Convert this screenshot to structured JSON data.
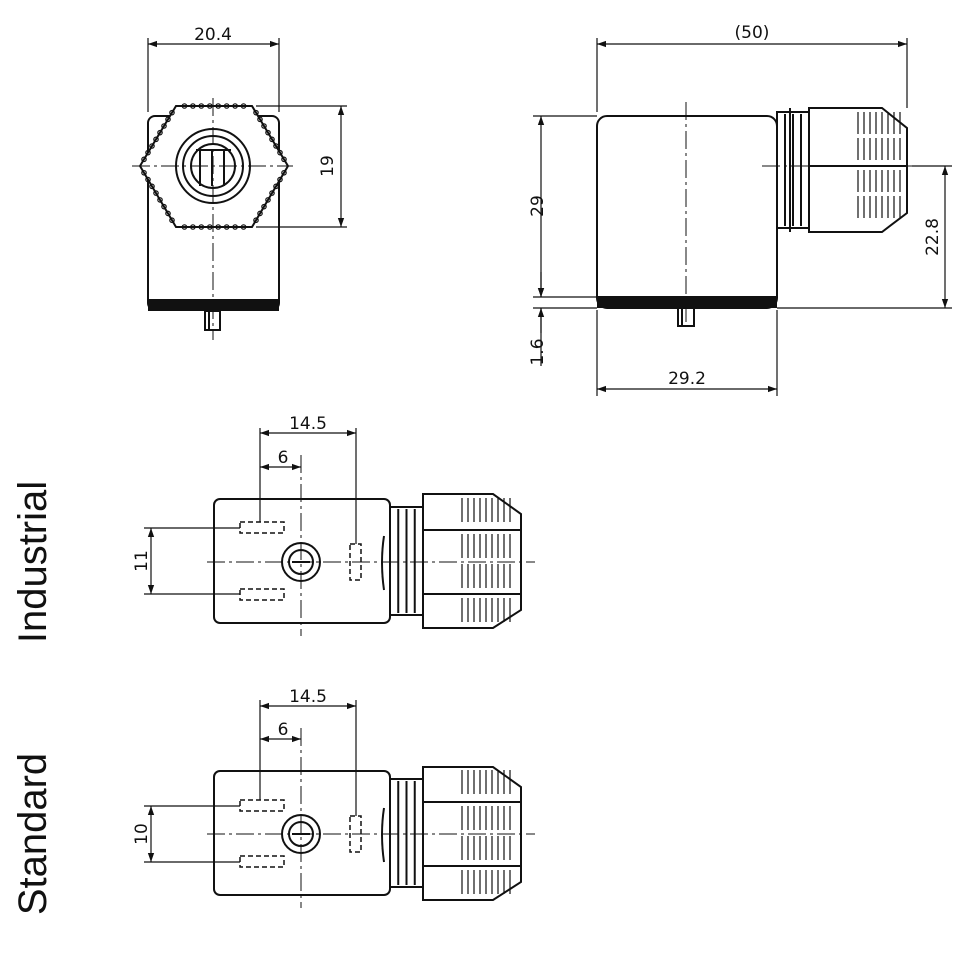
{
  "dimensions": {
    "end_view_width": "20.4",
    "end_view_height": "19",
    "overall_length": "(50)",
    "body_height": "29",
    "gasket": "1.6",
    "base_length": "29.2",
    "axis_height": "22.8",
    "industrial_pitch": "14.5",
    "industrial_offset": "6",
    "industrial_spacing": "11",
    "standard_pitch": "14.5",
    "standard_offset": "6",
    "standard_spacing": "10"
  },
  "labels": {
    "industrial": "Industrial",
    "standard": "Standard"
  },
  "colors": {
    "line": "#111111",
    "background": "#ffffff"
  }
}
